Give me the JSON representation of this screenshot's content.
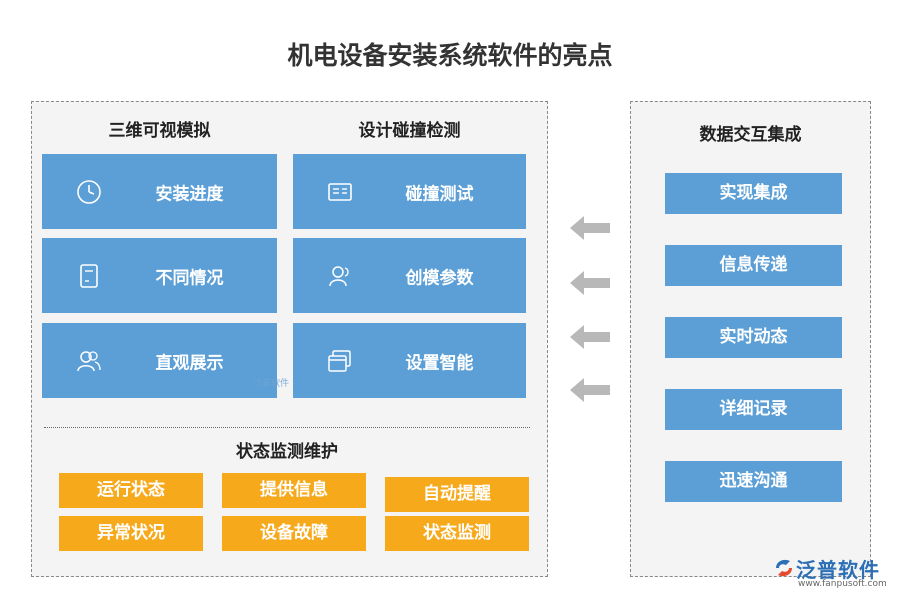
{
  "title": "机电设备安装系统软件的亮点",
  "left_panel": {
    "col1_heading": "三维可视模拟",
    "col2_heading": "设计碰撞检测",
    "col1_tiles": [
      {
        "label": "安装进度",
        "icon": "clock-icon"
      },
      {
        "label": "不同情况",
        "icon": "document-icon"
      },
      {
        "label": "直观展示",
        "icon": "users-icon"
      }
    ],
    "col2_tiles": [
      {
        "label": "碰撞测试",
        "icon": "id-card-icon"
      },
      {
        "label": "创模参数",
        "icon": "user-icon"
      },
      {
        "label": "设置智能",
        "icon": "windows-icon"
      }
    ],
    "bottom_heading": "状态监测维护",
    "chips": [
      "运行状态",
      "提供信息",
      "自动提醒",
      "异常状况",
      "设备故障",
      "状态监测"
    ],
    "watermark": "泛普软件"
  },
  "right_panel": {
    "heading": "数据交互集成",
    "items": [
      "实现集成",
      "信息传递",
      "实时动态",
      "详细记录",
      "迅速沟通"
    ]
  },
  "brand": {
    "name": "泛普软件",
    "url": "www.fanpusoft.com"
  },
  "colors": {
    "tile_blue": "#5b9fd6",
    "chip_orange": "#f6a91b",
    "arrow_gray": "#b8b8b8"
  }
}
